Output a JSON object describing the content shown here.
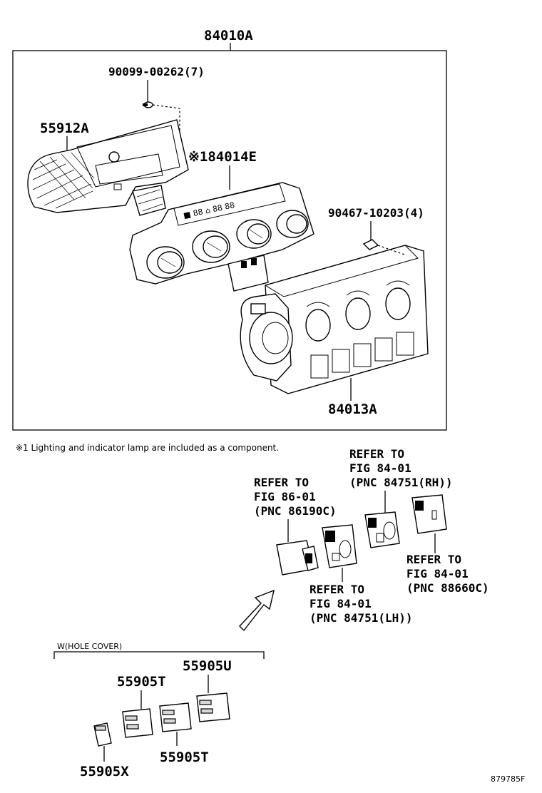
{
  "diagram": {
    "assembly_label": "84010A",
    "parts": {
      "screw_top": "90099-00262(7)",
      "cover": "55912A",
      "panel": "※184014E",
      "screw_right": "90467-10203(4)",
      "control_unit": "84013A"
    },
    "footnote": "※1 Lighting and indicator lamp are included as a component.",
    "refs": {
      "ref_8619": [
        "REFER TO",
        "FIG 86-01",
        "(PNC 86190C)"
      ],
      "ref_rh": [
        "REFER TO",
        "FIG 84-01",
        "(PNC 84751(RH))"
      ],
      "ref_lh": [
        "REFER TO",
        "FIG 84-01",
        "(PNC 84751(LH))"
      ],
      "ref_8866": [
        "REFER TO",
        "FIG 84-01",
        "(PNC 88660C)"
      ]
    },
    "hole_cover": {
      "group_label": "W(HOLE COVER)",
      "parts": [
        "55905U",
        "55905T",
        "55905T",
        "55905X"
      ]
    },
    "figure_id": "879785F"
  }
}
